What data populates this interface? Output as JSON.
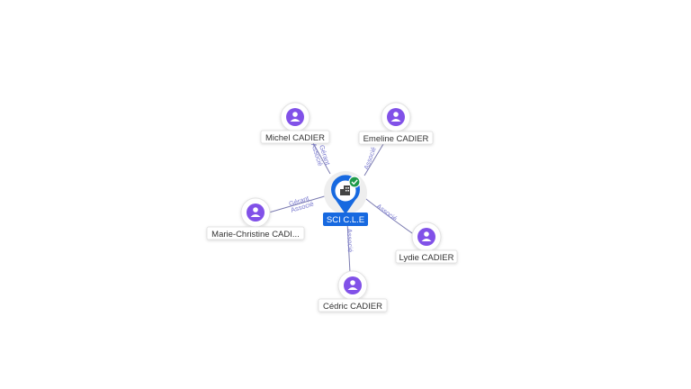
{
  "company": {
    "name": "SCI C.L.E",
    "icon": "building-icon",
    "status_icon": "check-icon",
    "colors": {
      "pin": "#1769e0",
      "status": "#1e9a4a"
    }
  },
  "people": [
    {
      "id": "michel",
      "name": "Michel CADIER",
      "roles": [
        "Gérant",
        "Associé"
      ],
      "icon": "person-icon"
    },
    {
      "id": "emeline",
      "name": "Emeline CADIER",
      "roles": [
        "Associé"
      ],
      "icon": "person-icon"
    },
    {
      "id": "marie-christine",
      "name": "Marie-Christine CADI...",
      "roles": [
        "Gérant",
        "Associé"
      ],
      "icon": "person-icon"
    },
    {
      "id": "lydie",
      "name": "Lydie CADIER",
      "roles": [
        "Associé"
      ],
      "icon": "person-icon"
    },
    {
      "id": "cedric",
      "name": "Cédric CADIER",
      "roles": [
        "Associé"
      ],
      "icon": "person-icon"
    }
  ],
  "colors": {
    "person": "#8151e8",
    "edge": "#7b7bb0",
    "edge_label": "#7b7bd0"
  }
}
